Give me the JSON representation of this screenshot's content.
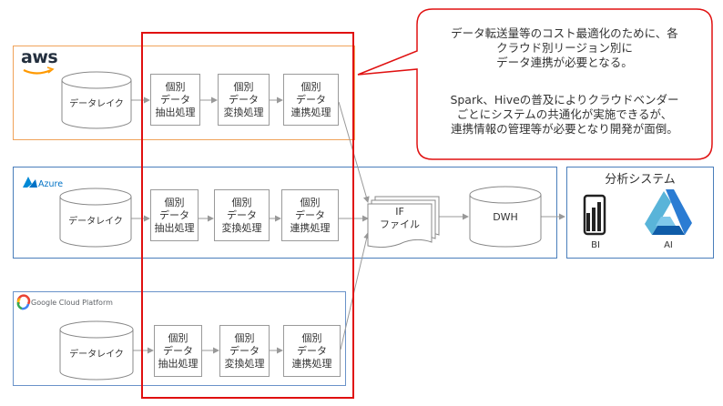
{
  "clouds": {
    "aws": {
      "logo": "aws",
      "lake": "データレイク",
      "steps": [
        "個別\nデータ\n抽出処理",
        "個別\nデータ\n変換処理",
        "個別\nデータ\n連携処理"
      ]
    },
    "azure": {
      "logo": "Azure",
      "lake": "データレイク",
      "steps": [
        "個別\nデータ\n抽出処理",
        "個別\nデータ\n変換処理",
        "個別\nデータ\n連携処理"
      ]
    },
    "gcp": {
      "logo": "Google Cloud Platform",
      "lake": "データレイク",
      "steps": [
        "個別\nデータ\n抽出処理",
        "個別\nデータ\n変換処理",
        "個別\nデータ\n連携処理"
      ]
    }
  },
  "if_file": {
    "line1": "IF",
    "line2": "ファイル"
  },
  "dwh": "DWH",
  "analysis": {
    "title": "分析システム",
    "bi_label": "BI",
    "ai_label": "AI"
  },
  "callout": {
    "paragraph1": "データ転送量等のコスト最適化のために、各\nクラウド別リージョン別に\nデータ連携が必要となる。",
    "paragraph2": "Spark、Hiveの普及によりクラウドベンダー\nごとにシステムの共通化が実施できるが、\n連携情報の管理等が必要となり開発が面倒。"
  },
  "colors": {
    "aws_border": "#f0a35a",
    "azure_border": "#4a7ebb",
    "gcp_border": "#6a93c9",
    "analysis_border": "#4a7ebb",
    "highlight": "#e01010",
    "aws_orange": "#ff9900",
    "azure_blue": "#0089d6"
  }
}
